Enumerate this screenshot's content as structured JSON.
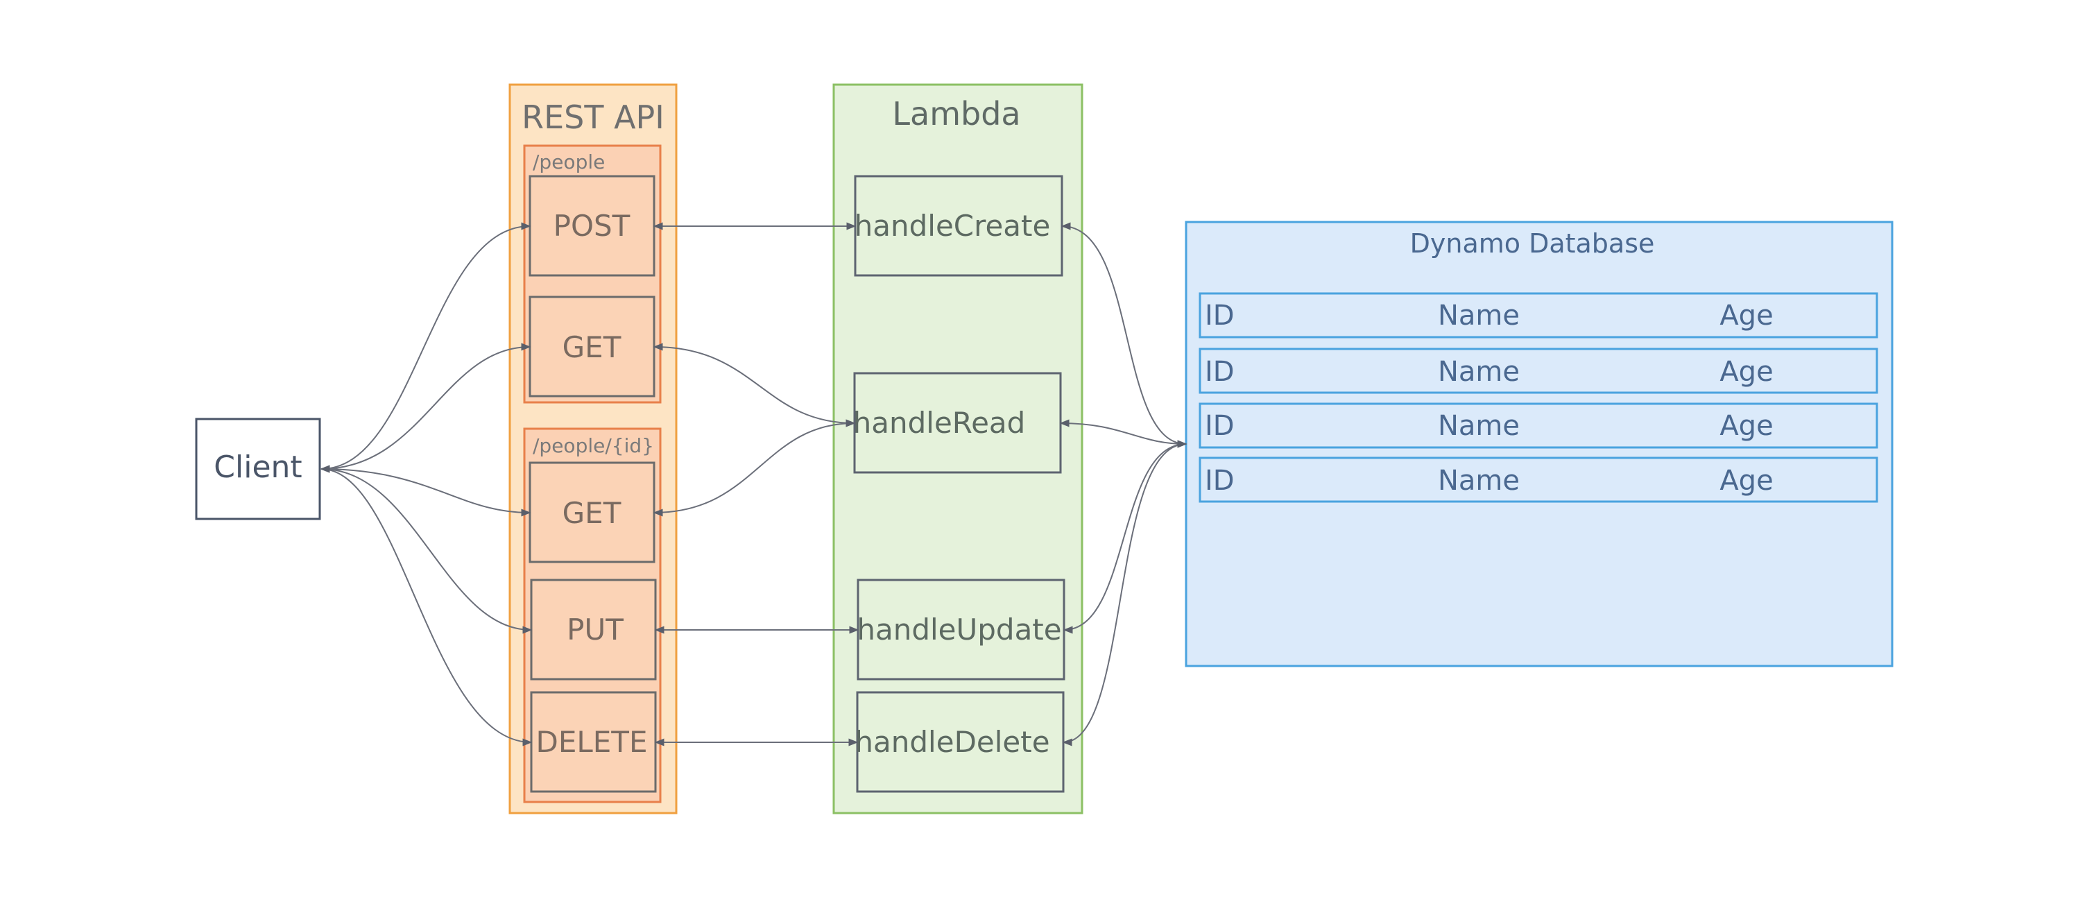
{
  "client": {
    "label": "Client"
  },
  "rest_api": {
    "title": "REST API",
    "groups": [
      {
        "path": "/people",
        "methods": [
          "POST",
          "GET"
        ]
      },
      {
        "path": "/people/{id}",
        "methods": [
          "GET",
          "PUT",
          "DELETE"
        ]
      }
    ]
  },
  "lambda": {
    "title": "Lambda",
    "handlers": [
      "handleCreate",
      "handleRead",
      "handleUpdate",
      "handleDelete"
    ]
  },
  "database": {
    "title": "Dynamo Database",
    "rows": [
      {
        "id": "ID",
        "name": "Name",
        "age": "Age"
      },
      {
        "id": "ID",
        "name": "Name",
        "age": "Age"
      },
      {
        "id": "ID",
        "name": "Name",
        "age": "Age"
      },
      {
        "id": "ID",
        "name": "Name",
        "age": "Age"
      }
    ]
  },
  "colors": {
    "client_stroke": "#4a5568",
    "text": "#5a6170",
    "rest_fill": "#fde4c4",
    "rest_stroke": "#f0a040",
    "group_fill": "#fbd1b4",
    "group_stroke": "#e8804a",
    "method_fill": "#fbd3b6",
    "method_stroke": "#6b6b6b",
    "lambda_fill": "#e5f2db",
    "lambda_stroke": "#8cc064",
    "handler_fill": "#e5f2db",
    "handler_stroke": "#5d6470",
    "db_fill": "#dbeafa",
    "db_stroke": "#4aa3df",
    "db_text": "#4a6890",
    "edge": "#6b6f7a"
  }
}
